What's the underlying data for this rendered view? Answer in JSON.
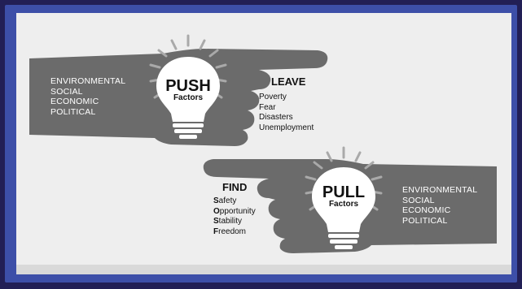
{
  "push": {
    "title": "PUSH",
    "subtitle": "Factors",
    "categories": [
      "ENVIRONMENTAL",
      "SOCIAL",
      "ECONOMIC",
      "POLITICAL"
    ],
    "heading": "LEAVE",
    "items": [
      "Poverty",
      "Fear",
      "Disasters",
      "Unemployment"
    ]
  },
  "pull": {
    "title": "PULL",
    "subtitle": "Factors",
    "categories": [
      "ENVIRONMENTAL",
      "SOCIAL",
      "ECONOMIC",
      "POLITICAL"
    ],
    "heading": "FIND",
    "items": [
      "Safety",
      "Opportunity",
      "Stability",
      "Freedom"
    ]
  },
  "colors": {
    "hand": "#6b6b6b",
    "bulb": "#ffffff",
    "rays": "#9a9a9a",
    "panel": "#eeeeee",
    "frame": "#221f55",
    "border": "#3d4fa8"
  }
}
